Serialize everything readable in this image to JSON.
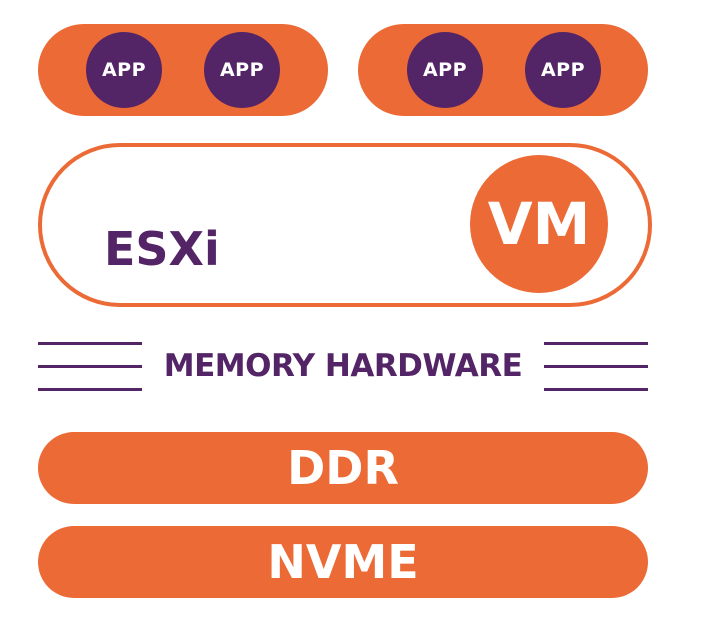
{
  "colors": {
    "orange": "#ec6a35",
    "purple": "#532466"
  },
  "apps": {
    "group_left": [
      "APP",
      "APP"
    ],
    "group_right": [
      "APP",
      "APP"
    ]
  },
  "hypervisor": {
    "label": "ESXi",
    "vm_label": "VM"
  },
  "memory": {
    "label": "MEMORY HARDWARE"
  },
  "storage": {
    "ddr": "DDR",
    "nvme": "NVME"
  }
}
